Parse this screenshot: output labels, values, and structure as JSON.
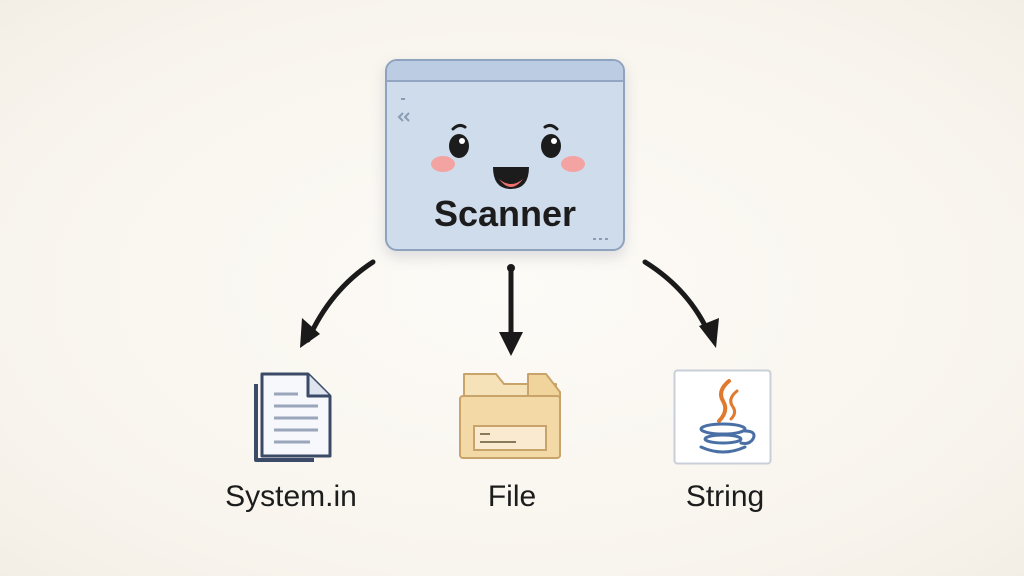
{
  "diagram": {
    "source": {
      "label": "Scanner"
    },
    "targets": [
      {
        "label": "System.in",
        "icon": "document-icon"
      },
      {
        "label": "File",
        "icon": "folder-icon"
      },
      {
        "label": "String",
        "icon": "java-icon"
      }
    ]
  },
  "colors": {
    "scanner_fill": "#cfdcec",
    "scanner_border": "#8fa3bf",
    "cheek": "#f4a3a3",
    "folder": "#f3d9a6",
    "java_orange": "#e07a2e",
    "java_blue": "#4a6fa5",
    "arrow": "#1a1a1a"
  }
}
